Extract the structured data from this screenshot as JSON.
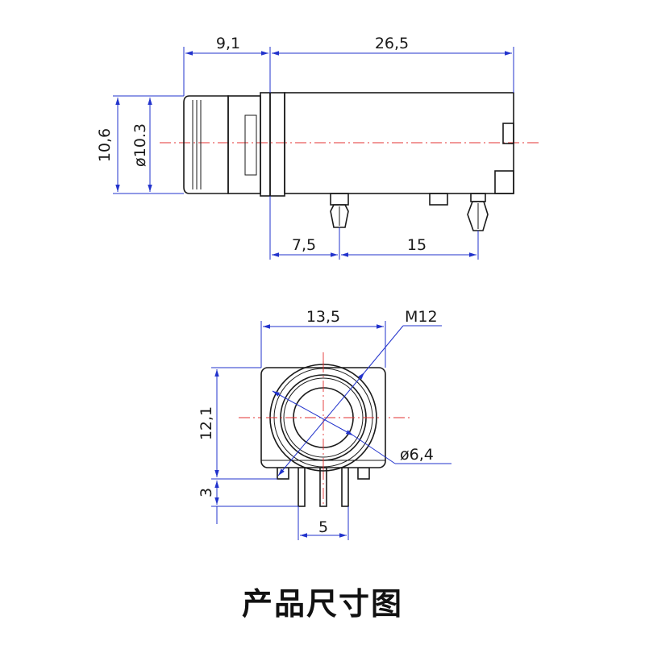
{
  "side_view": {
    "dim_front_length": "9,1",
    "dim_body_length": "26,5",
    "dim_height": "10,6",
    "dim_front_diameter": "ø10.3",
    "dim_pin_offset": "7,5",
    "dim_pin_spacing": "15"
  },
  "front_view": {
    "dim_width": "13,5",
    "dim_thread": "M12",
    "dim_height": "12,1",
    "dim_bore": "ø6,4",
    "dim_pin_length": "3",
    "dim_pin_pitch": "5"
  },
  "caption": "产品尺寸图"
}
